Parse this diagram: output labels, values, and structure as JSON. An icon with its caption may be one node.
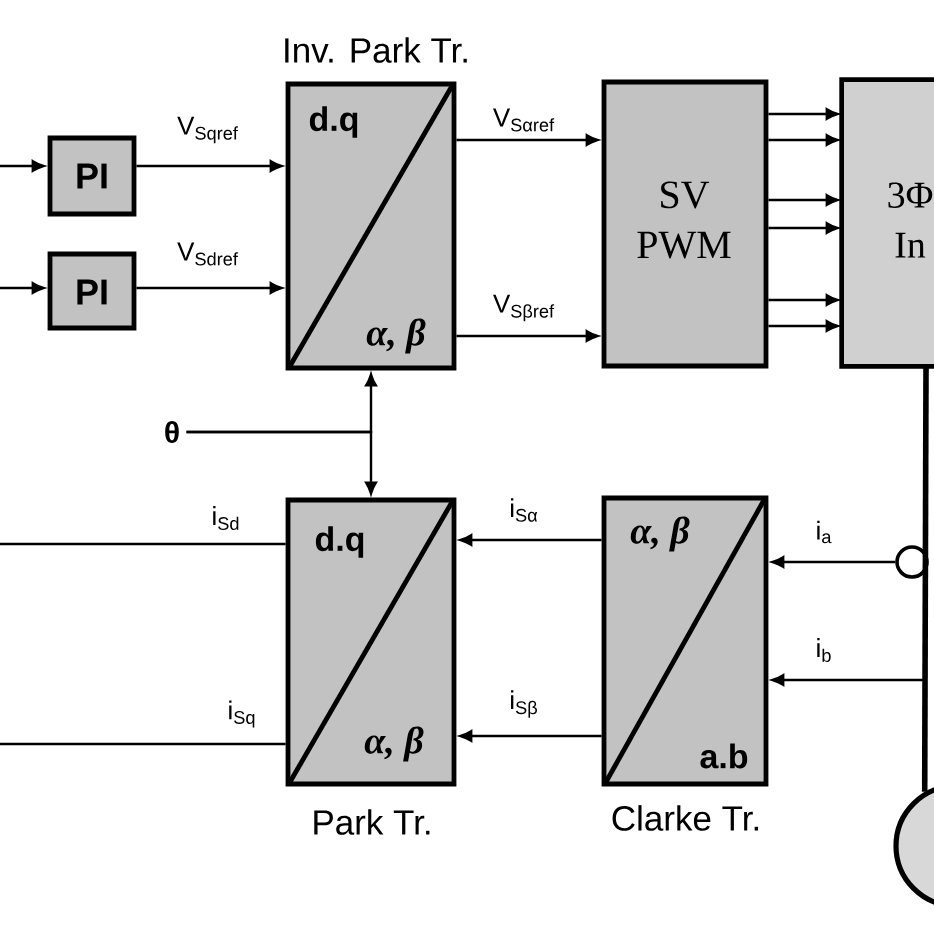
{
  "diagram": {
    "nodes": [
      {
        "text": [
          "PI"
        ]
      },
      {
        "text": [
          "PI"
        ]
      },
      {
        "text": [
          "Inv. Park Tr.",
          "d.q",
          "α, β"
        ]
      },
      {
        "text": [
          "SV PWM"
        ]
      },
      {
        "text": [
          "3Φ In"
        ]
      },
      {
        "text": [
          "θ"
        ]
      },
      {
        "text": [
          "d.q",
          "α, β",
          "Park Tr."
        ]
      },
      {
        "text": [
          "α, β",
          "a.b",
          "Clarke Tr."
        ]
      },
      {
        "text": [],
        "shape": "circle"
      },
      {
        "text": [],
        "shape": "circle"
      }
    ],
    "edges": [
      {
        "from": null,
        "to": 0,
        "arrow": "to"
      },
      {
        "from": null,
        "to": 1,
        "arrow": "to"
      },
      {
        "from": 0,
        "to": 2,
        "arrow": "to",
        "label": "V$_{Sqref}$"
      },
      {
        "from": 1,
        "to": 2,
        "arrow": "to",
        "label": "V$_{Sdref}$"
      },
      {
        "from": 2,
        "to": 3,
        "arrow": "to",
        "label": "V$_{Sαref}$"
      },
      {
        "from": 2,
        "to": 3,
        "arrow": "to",
        "label": "V$_{Sβref}$"
      },
      {
        "from": 3,
        "to": 4,
        "arrow": "to"
      },
      {
        "from": 3,
        "to": 4,
        "arrow": "to"
      },
      {
        "from": 3,
        "to": 4,
        "arrow": "to"
      },
      {
        "from": 3,
        "to": 4,
        "arrow": "to"
      },
      {
        "from": 3,
        "to": 4,
        "arrow": "to"
      },
      {
        "from": 3,
        "to": 4,
        "arrow": "to"
      },
      {
        "from": 5,
        "to": 2,
        "arrow": "to"
      },
      {
        "from": 5,
        "to": 6,
        "arrow": "to"
      },
      {
        "from": 7,
        "to": 6,
        "arrow": "to",
        "label": "i$_{Sα}$"
      },
      {
        "from": 7,
        "to": 6,
        "arrow": "to",
        "label": "i$_{Sβ}$"
      },
      {
        "from": 6,
        "to": null,
        "arrow": "none",
        "label": "i$_{Sd}$"
      },
      {
        "from": 6,
        "to": null,
        "arrow": "none",
        "label": "i$_{Sq}$"
      },
      {
        "from": 8,
        "to": 7,
        "arrow": "to",
        "label": "i$_{a}$"
      },
      {
        "from": null,
        "to": 7,
        "arrow": "to",
        "label": "i$_{b}$"
      },
      {
        "from": 4,
        "to": 9,
        "arrow": "none",
        "style": "thick"
      }
    ]
  }
}
